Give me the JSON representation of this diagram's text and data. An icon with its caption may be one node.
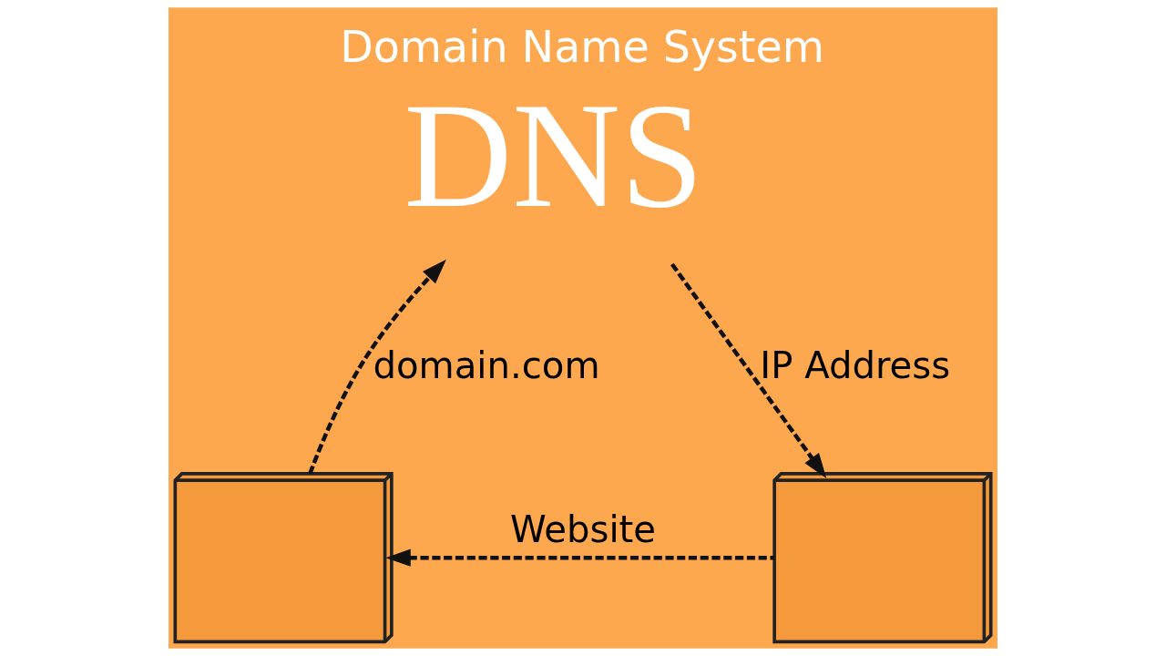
{
  "diagram": {
    "nodes": [
      {
        "text": [
          "Domain Name System",
          "DNS"
        ]
      },
      {
        "text": [],
        "shape": "picture"
      },
      {
        "text": [],
        "shape": "picture"
      }
    ],
    "edges": [
      {
        "from": 1,
        "to": 0,
        "arrow": "to",
        "style": "dashed",
        "label": "domain.com"
      },
      {
        "from": 0,
        "to": 2,
        "arrow": "to",
        "style": "dashed",
        "label": "IP Address"
      },
      {
        "from": 2,
        "to": 1,
        "arrow": "to",
        "style": "dashed",
        "label": "Website"
      }
    ]
  }
}
